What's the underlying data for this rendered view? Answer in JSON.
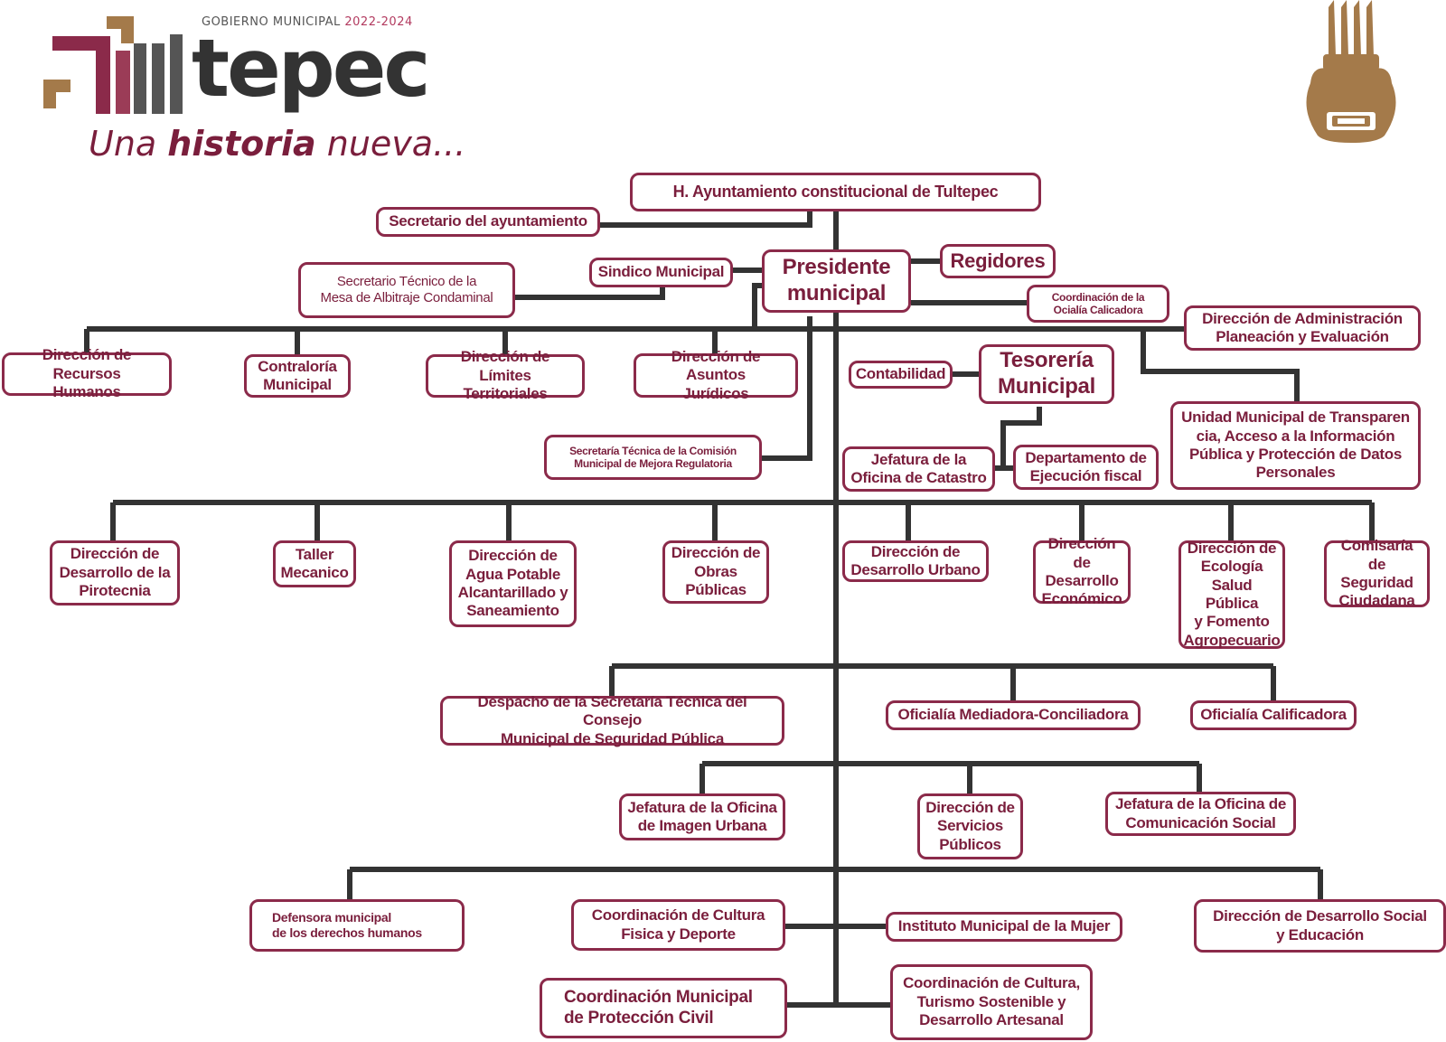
{
  "header": {
    "gov_text": "GOBIERNO MUNICIPAL",
    "gov_years": "2022-2024",
    "logo_word": "tepec",
    "tagline_pre": "Una",
    "tagline_bold": "historia",
    "tagline_post": "nueva...",
    "brand_colors": {
      "wine": "#8b2a4a",
      "gold": "#a47a4a",
      "dark": "#333333"
    }
  },
  "nodes": {
    "ayuntamiento": "H. Ayuntamiento constitucional de Tultepec",
    "secretario": "Secretario del ayuntamiento",
    "presidente": "Presidente\nmunicipal",
    "sindico": "Sindico Municipal",
    "regidores": "Regidores",
    "coord_oficialia": "Coordinación de la\nOcialía Calicadora",
    "sec_tecnico_mesa": "Secretario Técnico de la\nMesa de Albitraje Condaminal",
    "dir_admin": "Dirección de Administración\nPlaneación y Evaluación",
    "rh": "Dirección de Recursos\nHumanos",
    "contraloria": "Contraloría\nMunicipal",
    "limites": "Dirección de Límites\nTerritoriales",
    "juridicos": "Dirección de Asuntos\nJurídicos",
    "contabilidad": "Contabilidad",
    "tesoreria": "Tesorería\nMunicipal",
    "transparencia": "Unidad Municipal de Transparen\ncia, Acceso a la Información\nPública y Protección de Datos\nPersonales",
    "mejora_regulatoria": "Secretaría Técnica de la Comisión\nMunicipal de Mejora Regulatoria",
    "catastro": "Jefatura de la\nOficina de Catastro",
    "ejecucion_fiscal": "Departamento de\nEjecución fiscal",
    "pirotecnia": "Dirección de\nDesarrollo de la\nPirotecnia",
    "taller": "Taller\nMecanico",
    "agua": "Dirección de\nAgua Potable\nAlcantarillado y\nSaneamiento",
    "obras": "Dirección de\nObras\nPúblicas",
    "urbano": "Dirección de\nDesarrollo Urbano",
    "economico": "Dirección de\nDesarrollo\nEconómico",
    "ecologia": "Dirección de\nEcología\nSalud Pública\ny Fomento\nAgropecuario",
    "comisaria": "Comisaría de\nSeguridad\nCiudadana",
    "seguridad_publica": "Despacho de la Secretaría Técnica del Consejo\nMunicipal de Seguridad Pública",
    "mediadora": "Oficialía Mediadora-Conciliadora",
    "calificadora": "Oficialía Calificadora",
    "imagen_urbana": "Jefatura de la Oficina\nde Imagen Urbana",
    "servicios": "Dirección de\nServicios\nPúblicos",
    "comunicacion": "Jefatura de la Oficina de\nComunicación Social",
    "defensora": "Defensora municipal\nde los derechos humanos",
    "cultura_fisica": "Coordinación de Cultura\nFisica y Deporte",
    "mujer": "Instituto Municipal de la Mujer",
    "desarrollo_social": "Dirección de Desarrollo Social\ny Educación",
    "proteccion_civil": "Coordinación Municipal\nde Protección Civil",
    "cultura_turismo": "Coordinación de Cultura,\nTurismo Sostenible y\nDesarrollo Artesanal"
  }
}
